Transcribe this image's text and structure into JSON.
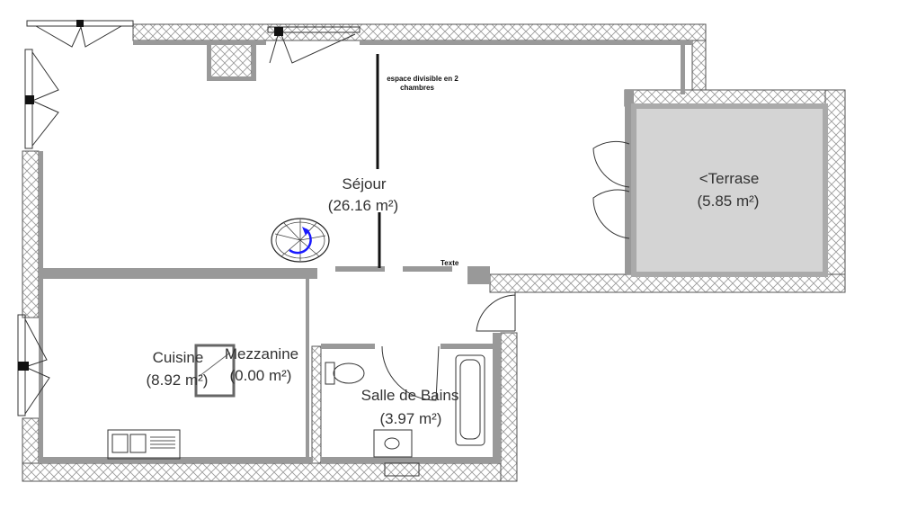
{
  "plan": {
    "rooms": [
      {
        "id": "sejour",
        "name": "Séjour",
        "area": "(26.16 m²)"
      },
      {
        "id": "terrasse",
        "name": "<Terrase",
        "area": "(5.85 m²)"
      },
      {
        "id": "cuisine",
        "name": "Cuisine",
        "area": "(8.92 m²)"
      },
      {
        "id": "mezzanine",
        "name": "Mezzanine",
        "area": "(0.00 m²)"
      },
      {
        "id": "sdb",
        "name": "Salle de Bains",
        "area": "(3.97 m²)"
      }
    ],
    "annotations": {
      "divider_note_line1": "espace divisible en 2",
      "divider_note_line2": "chambres",
      "text_marker": "Texte"
    },
    "colors": {
      "terrace_fill": "#d4d4d4",
      "wall_inner": "#999999",
      "stair_arrow": "#1a1aff"
    }
  }
}
